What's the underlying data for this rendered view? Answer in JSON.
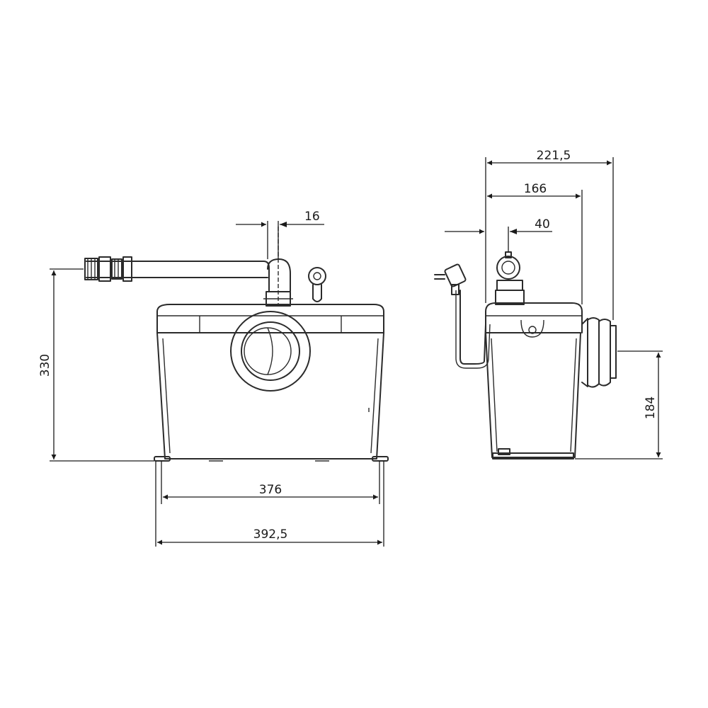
{
  "dimensions": {
    "height_front": "330",
    "pipe_offset": "16",
    "width_inner": "376",
    "width_outer": "392,5",
    "depth_total": "221,5",
    "depth_body": "166",
    "outlet_offset": "40",
    "inlet_height": "184"
  },
  "colors": {
    "line": "#2b2b2b",
    "background": "#ffffff"
  }
}
